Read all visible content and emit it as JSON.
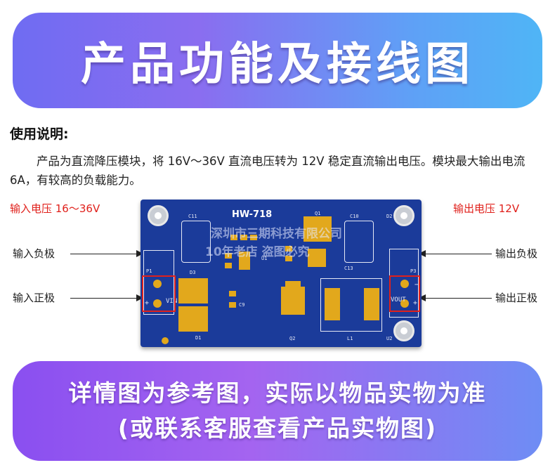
{
  "banner_top": {
    "title": "产品功能及接线图"
  },
  "usage": {
    "heading": "使用说明:",
    "text": "产品为直流降压模块，将 16V～36V 直流电压转为 12V 稳定直流输出电压。模块最大输出电流 6A，有较高的负载能力。"
  },
  "labels": {
    "input_voltage": "输入电压 16～36V",
    "output_voltage": "输出电压 12V",
    "input_negative": "输入负极",
    "input_positive": "输入正极",
    "output_negative": "输出负极",
    "output_positive": "输出正极"
  },
  "pcb": {
    "model": "HW-718",
    "watermark_line1": "深圳市三期科技有限公司",
    "watermark_line2": "10年老店 盗图必究",
    "silk": {
      "c11": "C11",
      "d3": "D3",
      "p1": "P1",
      "vin": "VIN",
      "d1": "D1",
      "q1": "Q1",
      "c10": "C10",
      "d2": "D2",
      "p3": "P3",
      "vout": "VOUT",
      "q2": "Q2",
      "l1": "L1",
      "u2": "U2",
      "c13": "C13",
      "c9": "C9",
      "u1": "U1",
      "plus": "+",
      "minus": "−"
    }
  },
  "banner_bottom": {
    "line1": "详情图为参考图，实际以物品实物为准",
    "line2": "(或联系客服查看产品实物图)"
  },
  "colors": {
    "accent_red": "#e0201b",
    "pcb_blue": "#1b3b9a",
    "pad_gold": "#e2a81c"
  }
}
